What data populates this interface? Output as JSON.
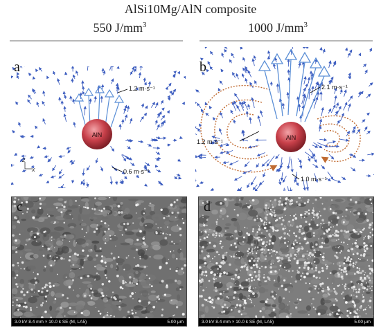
{
  "title": "AlSi10Mg/AlN composite",
  "columns": [
    {
      "label": "550 J/mm",
      "sup": "3"
    },
    {
      "label": "1000 J/mm",
      "sup": "3"
    }
  ],
  "panels": {
    "a": {
      "letter": "a",
      "particle": "AlN",
      "vel_top": "1.2 m·s⁻¹",
      "vel_bottom": "0.6 m·s⁻¹",
      "axis_z": "z",
      "axis_x": "x"
    },
    "b": {
      "letter": "b",
      "particle": "AlN",
      "vel_top": "2.1 m·s⁻¹",
      "vel_left": "1.2 m·s⁻¹",
      "vel_bottom": "1.0 m·s⁻¹"
    },
    "c": {
      "letter": "c",
      "sem_info": "3.0 kV  8.4 mm × 10.0 k  SE (M, LA5)",
      "scale": "5.00 μm"
    },
    "d": {
      "letter": "d",
      "sem_info": "3.0 kV  8.4 mm × 10.0 k  SE (M, LA5)",
      "scale": "5.00 μm"
    }
  },
  "colors": {
    "vector": "#3f5fc0",
    "vector_big": "#5b8fd6",
    "particle": "#c8404a",
    "flow_loop": "#c06a30",
    "rule": "#b7b7b7"
  }
}
